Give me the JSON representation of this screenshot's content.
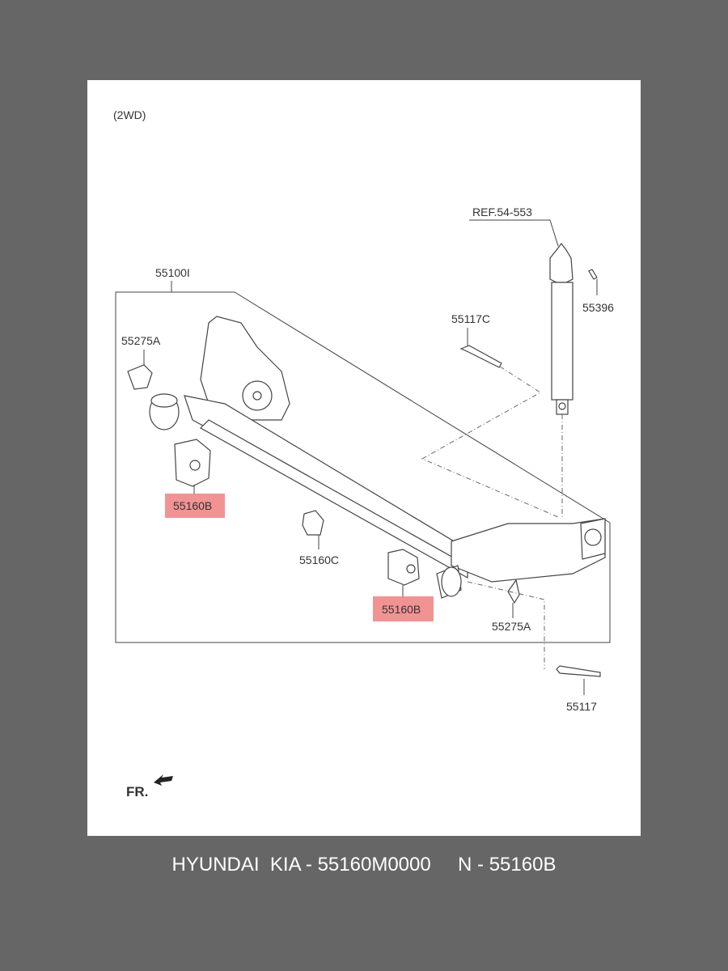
{
  "diagram": {
    "variant": "(2WD)",
    "ref_label": "REF.54-553",
    "labels": {
      "axle_assembly": "55100I",
      "bolt_55396": "55396",
      "bolt_55117C": "55117C",
      "washer_left": "55275A",
      "bushing_left": "55160B",
      "stopper": "55160C",
      "bushing_right": "55160B",
      "washer_right": "55275A",
      "bolt_55117": "55117"
    },
    "front_indicator": "FR.",
    "highlight_color": "#f08080"
  },
  "caption": {
    "text": "HYUNDAI  KIA - 55160M0000     N - 55160B"
  }
}
